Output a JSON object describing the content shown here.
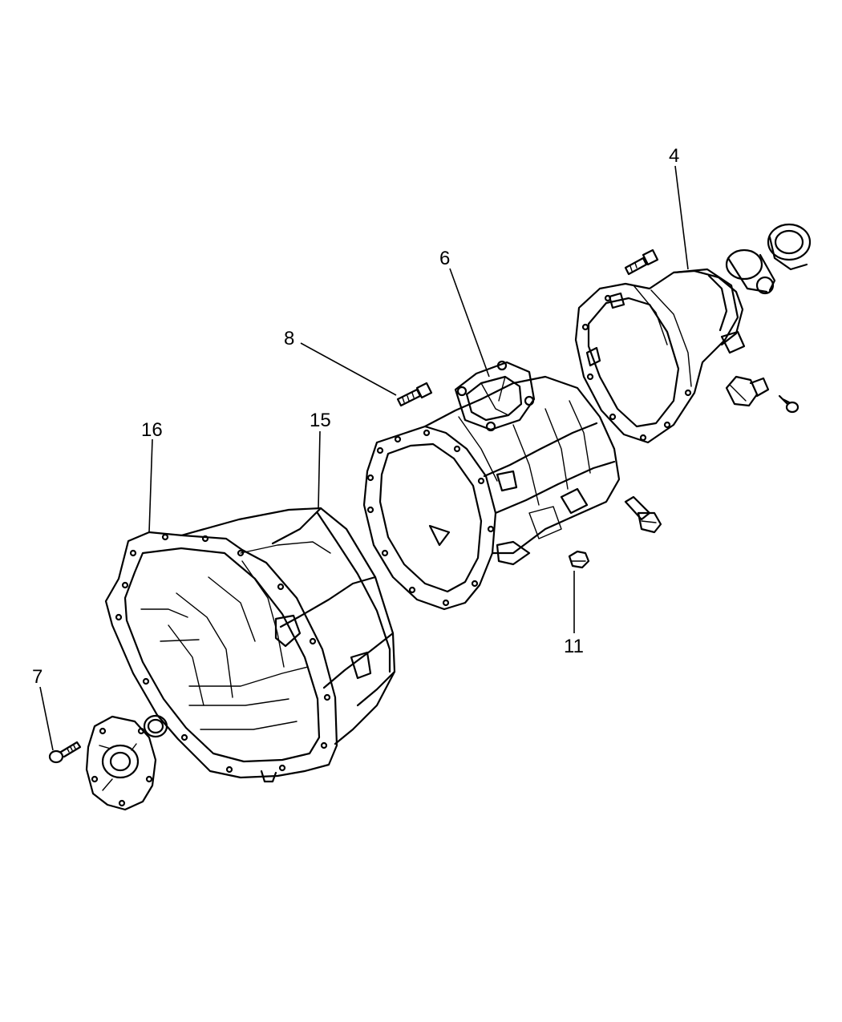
{
  "callouts": [
    {
      "id": "4",
      "label": "4"
    },
    {
      "id": "6",
      "label": "6"
    },
    {
      "id": "7",
      "label": "7"
    },
    {
      "id": "8",
      "label": "8"
    },
    {
      "id": "11",
      "label": "11"
    },
    {
      "id": "15",
      "label": "15"
    },
    {
      "id": "16",
      "label": "16"
    }
  ],
  "colors": {
    "line": "#000000",
    "background": "#ffffff"
  }
}
